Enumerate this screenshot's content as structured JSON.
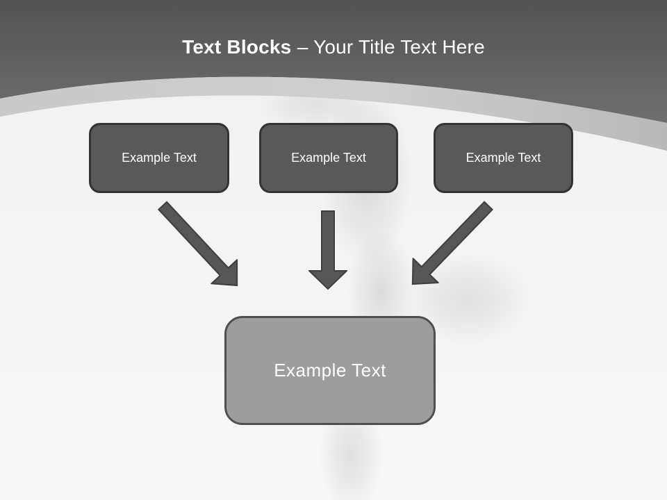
{
  "slide": {
    "header": {
      "title_bold": "Text Blocks",
      "title_rest": "– Your Title Text Here"
    },
    "diagram": {
      "source_boxes": [
        {
          "label": "Example Text"
        },
        {
          "label": "Example Text"
        },
        {
          "label": "Example Text"
        }
      ],
      "arrows": [
        {
          "name": "arrow-down-right",
          "from": "text-block-1",
          "to": "target-text-block"
        },
        {
          "name": "arrow-down",
          "from": "text-block-2",
          "to": "target-text-block"
        },
        {
          "name": "arrow-down-left",
          "from": "text-block-3",
          "to": "target-text-block"
        }
      ],
      "target_box": {
        "label": "Example Text"
      }
    },
    "colors": {
      "header_gradient_top": "#525252",
      "header_gradient_bottom": "#6f6f6f",
      "curve_band": "#c6c6c6",
      "background": "#f2f2f2",
      "title_text": "#ffffff",
      "source_box_fill": "#595959",
      "source_box_border": "#333333",
      "target_box_fill": "#9d9d9d",
      "target_box_border": "#4f4f4f",
      "arrow_fill": "#565656",
      "arrow_outline": "#3e3e3e",
      "box_text": "#ffffff"
    }
  }
}
